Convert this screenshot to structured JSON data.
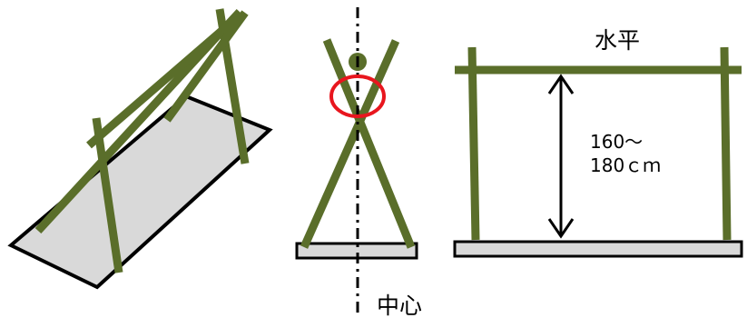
{
  "labels": {
    "horizontal": "水平",
    "height_line1": "160～",
    "height_line2": "180ｃｍ",
    "center": "中心"
  },
  "colors": {
    "pole": "#5a6e2a",
    "bed_fill": "#d9d9d9",
    "outline": "#000000",
    "highlight_ring": "#e8161e"
  }
}
